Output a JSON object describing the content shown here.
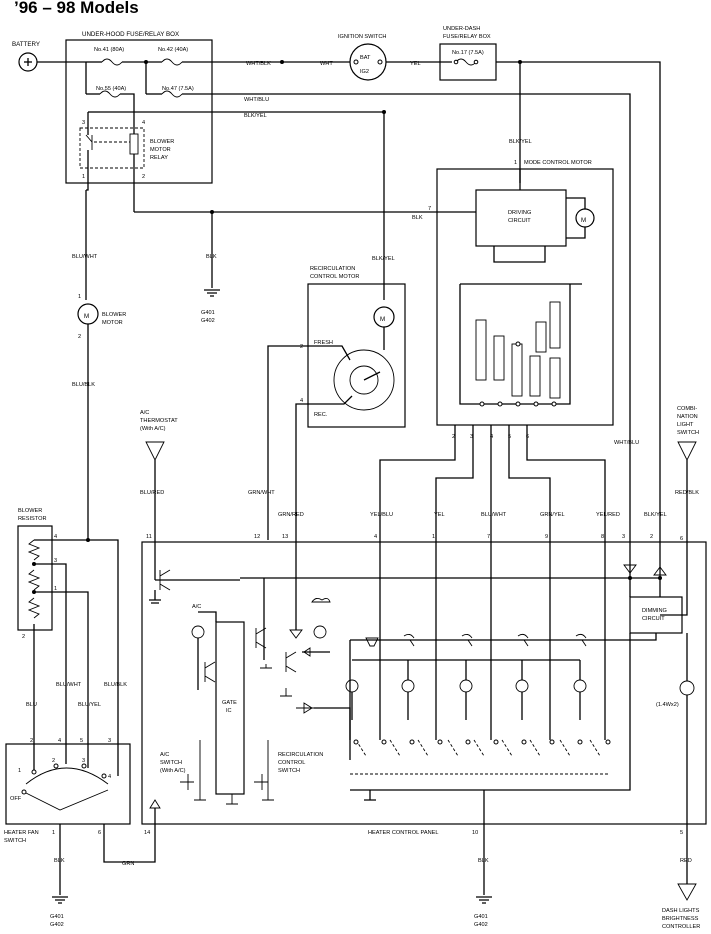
{
  "title": "’96 – 98 Models",
  "components": {
    "battery": "BATTERY",
    "underhood_box": "UNDER-HOOD FUSE/RELAY BOX",
    "ignition_switch": "IGNITION SWITCH",
    "ignition_bat": "BAT",
    "ignition_ig2": "IG2",
    "underdash_box_1": "UNDER-DASH",
    "underdash_box_2": "FUSE/RELAY BOX",
    "blower_relay_1": "BLOWER",
    "blower_relay_2": "MOTOR",
    "blower_relay_3": "RELAY",
    "mode_motor": "MODE CONTROL MOTOR",
    "driving_circuit_1": "DRIVING",
    "driving_circuit_2": "CIRCUIT",
    "recirc_motor_1": "RECIRCULATION",
    "recirc_motor_2": "CONTROL MOTOR",
    "fresh": "FRESH",
    "rec": "REC.",
    "blower_motor_1": "BLOWER",
    "blower_motor_2": "MOTOR",
    "ac_thermostat_1": "A/C",
    "ac_thermostat_2": "THERMOSTAT",
    "ac_thermostat_3": "(With A/C)",
    "combo_switch_1": "COMBI-",
    "combo_switch_2": "NATION",
    "combo_switch_3": "LIGHT",
    "combo_switch_4": "SWITCH",
    "blower_resistor_1": "BLOWER",
    "blower_resistor_2": "RESISTOR",
    "dimming_1": "DIMMING",
    "dimming_2": "CIRCUIT",
    "gate_ic_1": "GATE",
    "gate_ic_2": "IC",
    "ac_label": "A/C",
    "ac_switch_1": "A/C",
    "ac_switch_2": "SWITCH",
    "ac_switch_3": "(With A/C)",
    "recirc_switch_1": "RECIRCULATION",
    "recirc_switch_2": "CONTROL",
    "recirc_switch_3": "SWITCH",
    "bulb_spec": "(1.4Wx2)",
    "heater_panel": "HEATER CONTROL PANEL",
    "fan_switch_1": "HEATER FAN",
    "fan_switch_2": "SWITCH",
    "fan_off": "OFF",
    "dash_ctrl_1": "DASH LIGHTS",
    "dash_ctrl_2": "BRIGHTNESS",
    "dash_ctrl_3": "CONTROLLER",
    "motor_m": "M"
  },
  "fuses": {
    "f41": "No.41 (80A)",
    "f42": "No.42 (40A)",
    "f55": "No.55 (40A)",
    "f47": "No.47 (7.5A)",
    "f17": "No.17 (7.5A)"
  },
  "wires": {
    "wht_blk": "WHT/BLK",
    "wht": "WHT",
    "yel_top": "YEL",
    "wht_blu_top": "WHT/BLU",
    "blk_yel_top": "BLK/YEL",
    "blk_yel_mode": "BLK/YEL",
    "blk_mode": "BLK",
    "blu_wht_relay": "BLU/WHT",
    "blk_relay": "BLK",
    "blk_yel_recirc": "BLK/YEL",
    "blu_blk_motor": "BLU/BLK",
    "blu_red": "BLU/RED",
    "grn_wht": "GRN/WHT",
    "grn_red": "GRN/RED",
    "yel_blu": "YEL/BLU",
    "yel": "YEL",
    "blu_wht_panel": "BLU/WHT",
    "grn_yel": "GRN/YEL",
    "yel_red": "YEL/RED",
    "wht_blu_right": "WHT/BLU",
    "blk_yel_right": "BLK/YEL",
    "red_blk": "RED/BLK",
    "blu": "BLU",
    "blu_wht_fan": "BLU/WHT",
    "blu_yel": "BLU/YEL",
    "blu_blk_fan": "BLU/BLK",
    "blk_fan": "BLK",
    "grn": "GRN",
    "blk_panel": "BLK",
    "red": "RED"
  },
  "grounds": {
    "g_relay_1": "G401",
    "g_relay_2": "G402",
    "g_fan_1": "G401",
    "g_fan_2": "G402",
    "g_panel_1": "G401",
    "g_panel_2": "G402"
  },
  "pins": {
    "relay_3": "3",
    "relay_4": "4",
    "relay_1": "1",
    "relay_2": "2",
    "mode_1": "1",
    "mode_7": "7",
    "mode_b2": "2",
    "mode_b3": "3",
    "mode_b4": "4",
    "mode_b5": "5",
    "mode_b6": "6",
    "recirc_2": "2",
    "recirc_4": "4",
    "motor_1": "1",
    "motor_2": "2",
    "panel_11": "11",
    "panel_12": "12",
    "panel_13": "13",
    "panel_4": "4",
    "panel_1": "1",
    "panel_7": "7",
    "panel_9": "9",
    "panel_8": "8",
    "panel_3": "3",
    "panel_2": "2",
    "panel_6": "6",
    "panel_14": "14",
    "panel_10": "10",
    "panel_5": "5",
    "res_4": "4",
    "res_3": "3",
    "res_1": "1",
    "res_2": "2",
    "fan_2": "2",
    "fan_4": "4",
    "fan_5": "5",
    "fan_3": "3",
    "fan_1": "1",
    "fan_6": "6",
    "fsw_1": "1",
    "fsw_2": "2",
    "fsw_3": "3",
    "fsw_4": "4",
    "fan_out_1": "1",
    "fan_out_6": "6"
  }
}
